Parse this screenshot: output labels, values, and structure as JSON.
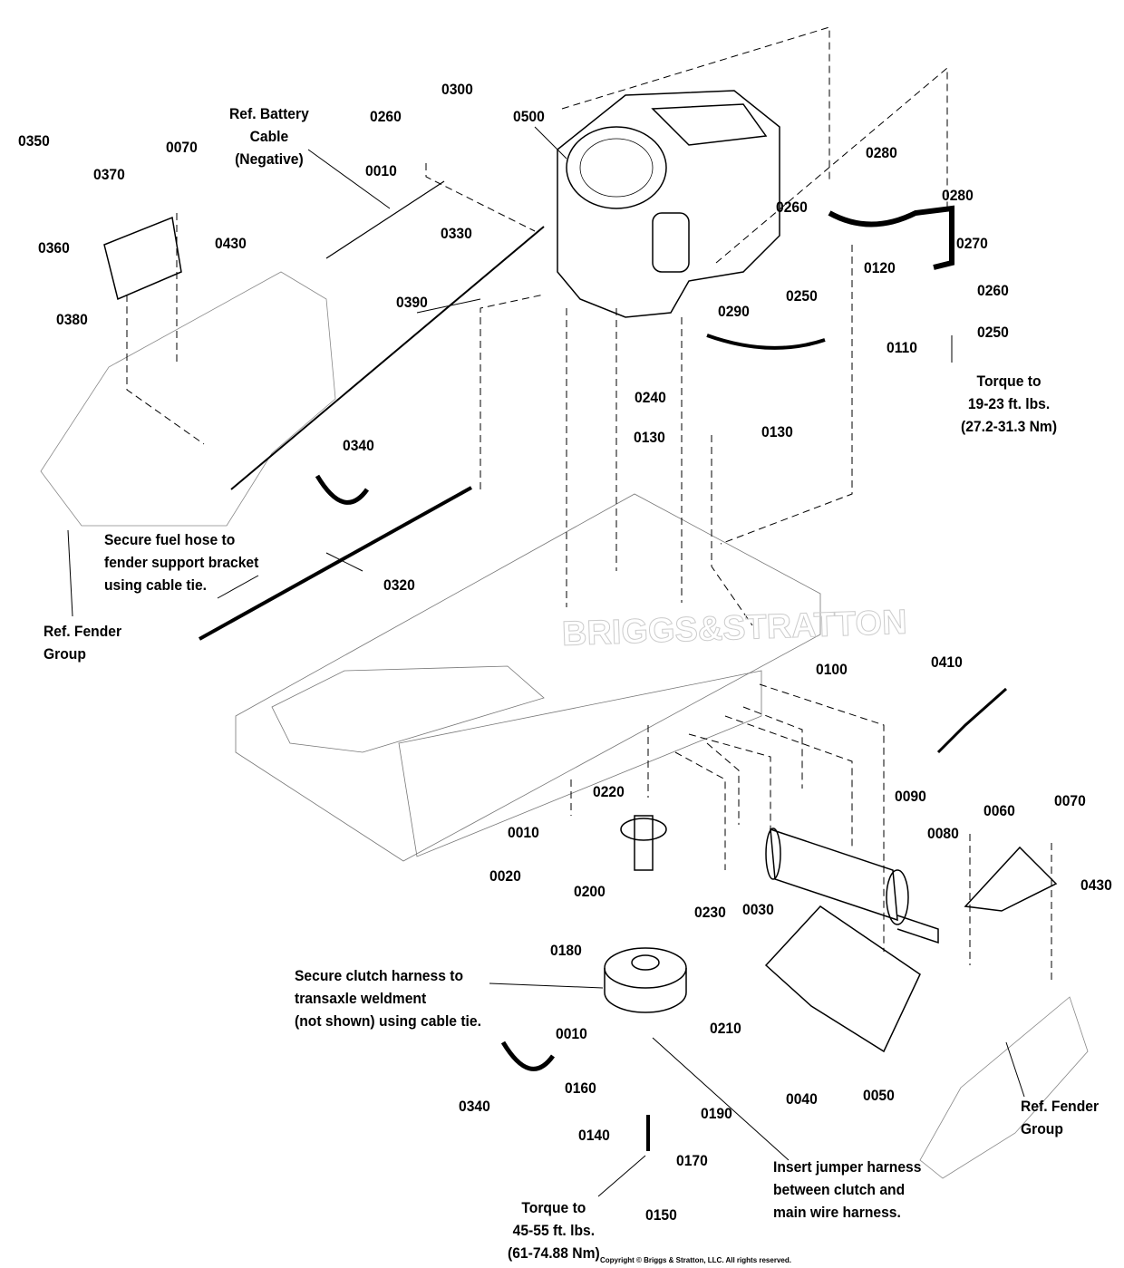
{
  "diagram": {
    "parts": [
      "0350",
      "0370",
      "0070",
      "0360",
      "0380",
      "0430",
      "0300",
      "0260",
      "0010",
      "0500",
      "0330",
      "0390",
      "0280",
      "0280",
      "0260",
      "0270",
      "0120",
      "0250",
      "0260",
      "0250",
      "0290",
      "0110",
      "0240",
      "0130",
      "0130",
      "0340",
      "0320",
      "0100",
      "0410",
      "0220",
      "0090",
      "0060",
      "0070",
      "0010",
      "0080",
      "0430",
      "0020",
      "0230",
      "0030",
      "0200",
      "0180",
      "0010",
      "0210",
      "0160",
      "0040",
      "0050",
      "0340",
      "0190",
      "0140",
      "0170",
      "0150"
    ],
    "notes": {
      "battery_cable": "Ref. Battery\nCable\n(Negative)",
      "torque_exhaust": "Torque to\n19-23 ft. lbs.\n(27.2-31.3 Nm)",
      "fuel_hose": "Secure fuel hose to\nfender support bracket\nusing cable tie.",
      "fender_left": "Ref. Fender\nGroup",
      "fender_right": "Ref. Fender\nGroup",
      "clutch_harness": "Secure clutch harness to\ntransaxle weldment\n(not shown) using cable tie.",
      "jumper_harness": "Insert jumper harness\nbetween clutch and\nmain wire harness.",
      "torque_clutch": "Torque to\n45-55 ft. lbs.\n(61-74.88 Nm)"
    },
    "watermark": "BRIGGS&STRATTON",
    "copyright": "Copyright © Briggs & Stratton, LLC. All rights reserved."
  }
}
